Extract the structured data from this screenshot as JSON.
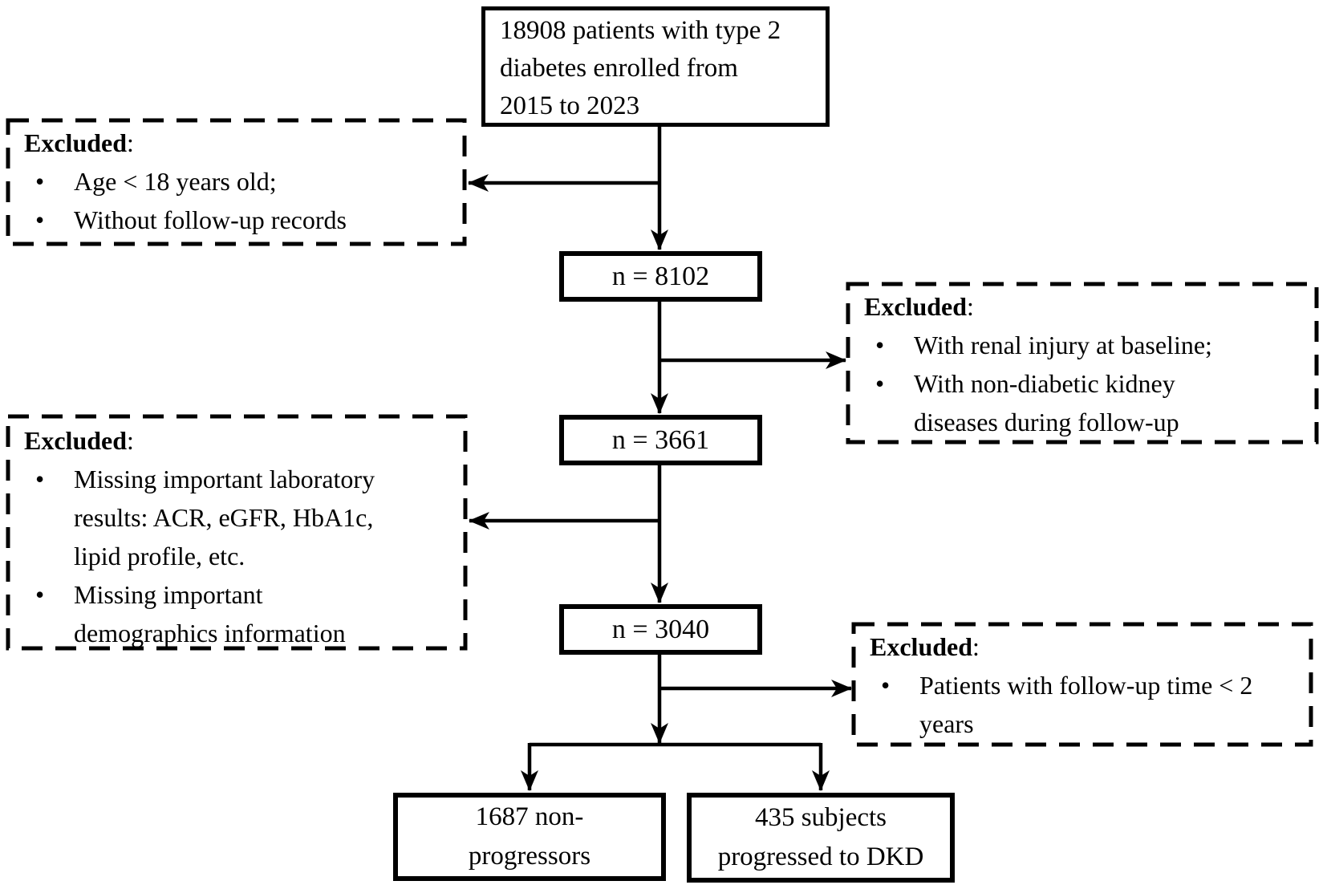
{
  "figure": {
    "type": "patient-flow-diagram",
    "colors": {
      "line": "#000000",
      "background": "#ffffff",
      "box_fill": "#ffffff",
      "text": "#000000"
    }
  },
  "glyphs": {
    "bullet": "•"
  },
  "flow_boxes": {
    "enrolled": {
      "lines": [
        "18908 patients with type 2",
        "diabetes enrolled from",
        "2015 to 2023"
      ]
    },
    "n8102": {
      "label": "n = 8102"
    },
    "n3661": {
      "label": "n = 3661"
    },
    "n3040": {
      "label": "n = 3040"
    },
    "non_progressors": {
      "lines": [
        "1687 non-",
        "progressors"
      ]
    },
    "progressed_dkd": {
      "lines": [
        "435 subjects",
        "progressed to DKD"
      ]
    }
  },
  "excluded_boxes": [
    {
      "title": "Excluded",
      "colon": ":",
      "items": [
        "Age < 18 years old;",
        "Without follow-up records"
      ]
    },
    {
      "title": "Excluded",
      "colon": ":",
      "items": [
        "With renal injury at baseline;",
        "With non-diabetic kidney diseases during follow-up"
      ]
    },
    {
      "title": "Excluded",
      "colon": ":",
      "items": [
        "Missing important laboratory results: ACR, eGFR, HbA1c, lipid profile, etc.",
        "Missing important demographics information"
      ]
    },
    {
      "title": "Excluded",
      "colon": ":",
      "items": [
        "Patients with follow-up time < 2 years"
      ]
    }
  ]
}
